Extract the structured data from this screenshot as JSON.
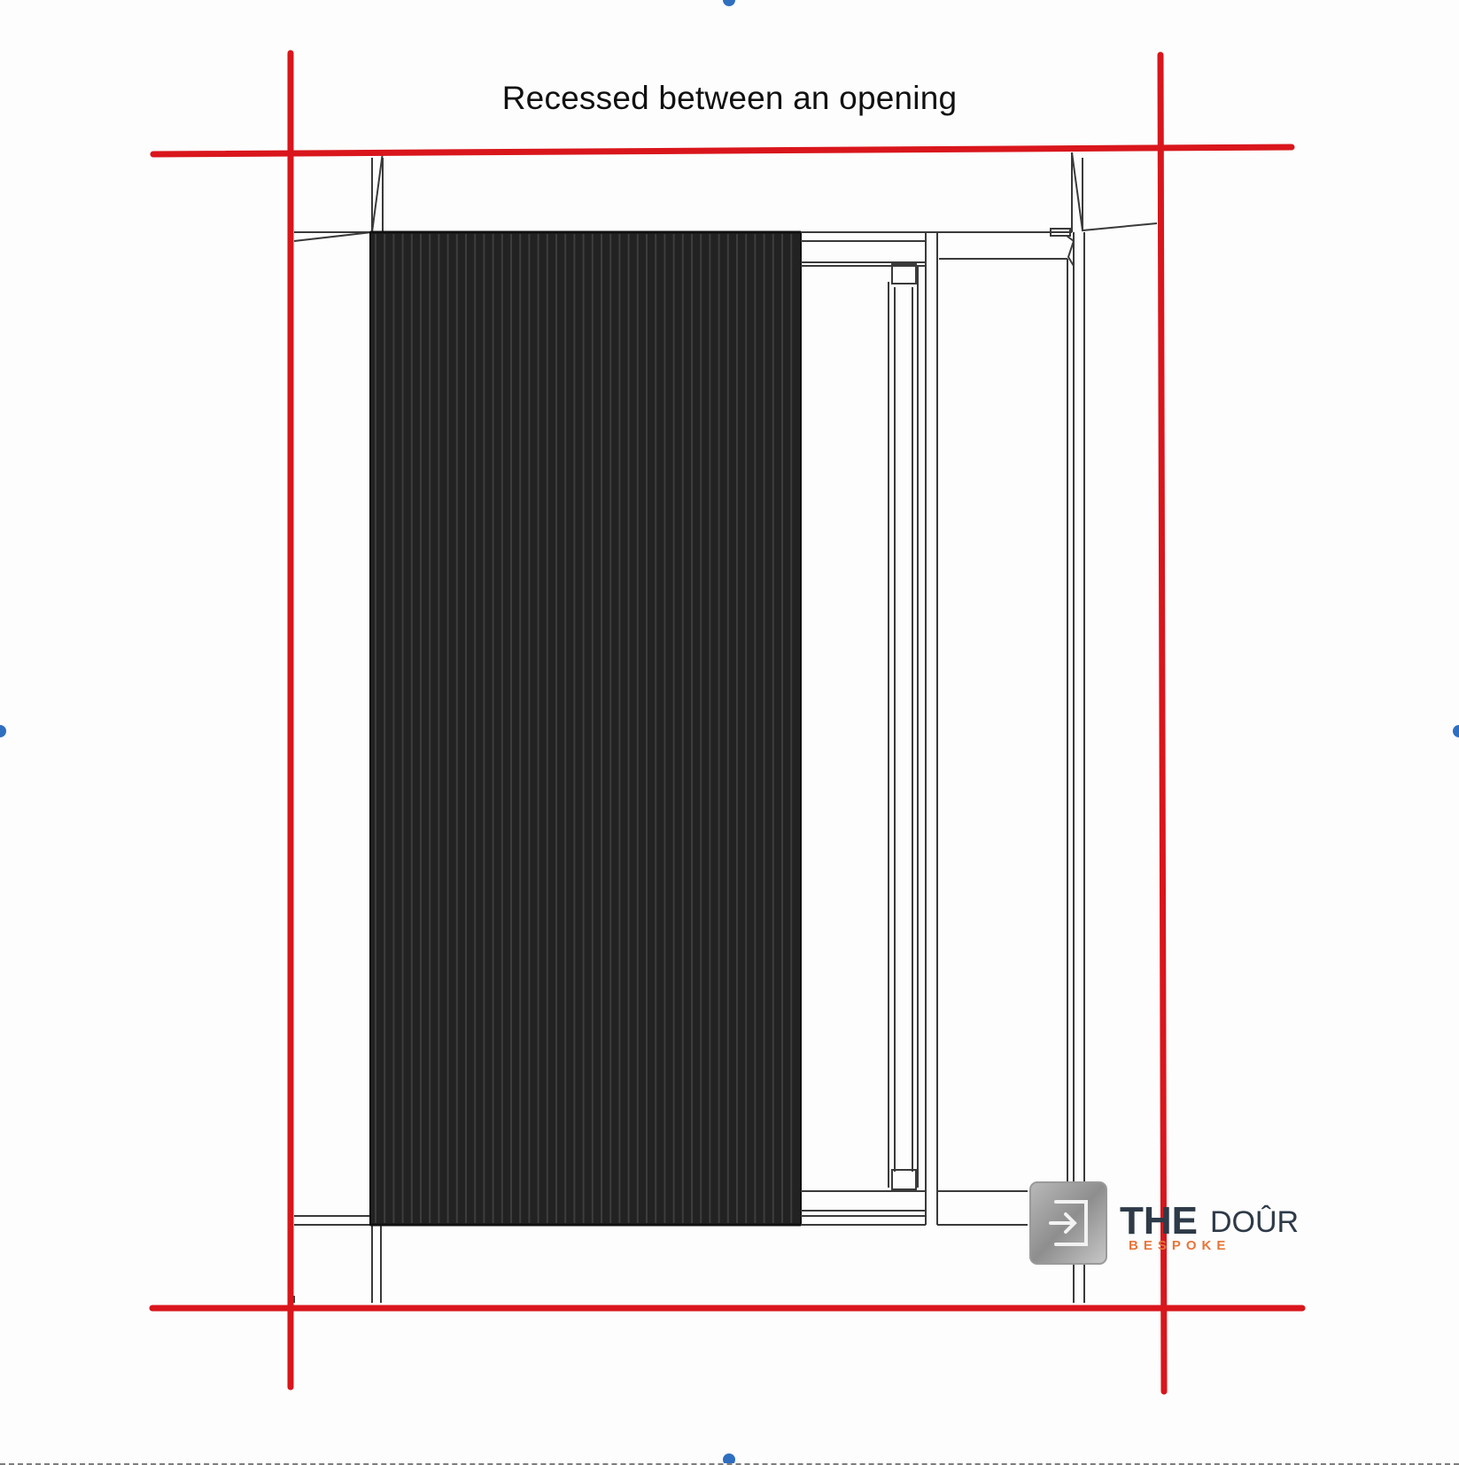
{
  "diagram": {
    "title": "Recessed between an opening",
    "colors": {
      "guide_lines": "#d9161c",
      "blind_fabric": "#222222",
      "blind_pleat_line": "#3a3a3a",
      "frame_stroke": "#3a3a3a",
      "background": "#fdfdfd",
      "selection_handles": "#2f6fbf"
    },
    "elements": [
      "recessed-opening",
      "pleated-blind",
      "window-frame",
      "measurement-guides"
    ]
  },
  "logo": {
    "icon": "door-enter-icon",
    "brand_main": "THE",
    "brand_secondary": "DOÛR",
    "tagline": "BESPOKE",
    "tagline_color": "#e8763a",
    "text_color": "#2e3a48"
  }
}
